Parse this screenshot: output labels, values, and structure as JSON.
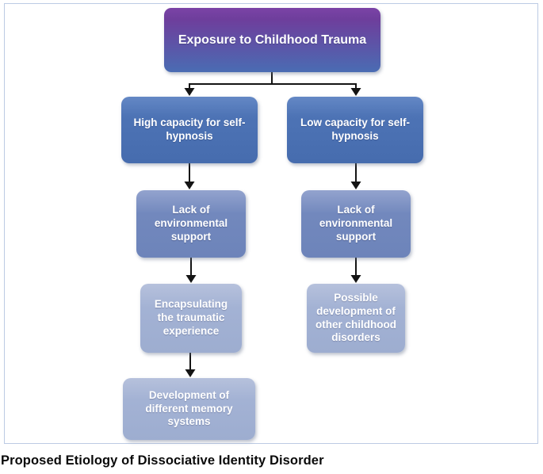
{
  "figure": {
    "caption": "Proposed Etiology of Dissociative Identity Disorder"
  },
  "nodes": {
    "root": {
      "label": "Exposure to Childhood Trauma"
    },
    "high_capacity": {
      "label": "High capacity for self-hypnosis"
    },
    "low_capacity": {
      "label": "Low capacity for self-hypnosis"
    },
    "lack_support_left": {
      "label": "Lack of environmental support"
    },
    "lack_support_right": {
      "label": "Lack of environmental support"
    },
    "encapsulating": {
      "label": "Encapsulating the traumatic experience"
    },
    "possible_disorders": {
      "label": "Possible development of other childhood disorders"
    },
    "memory_systems": {
      "label": "Development of different memory systems"
    }
  },
  "edges": [
    {
      "from": "root",
      "to": "high_capacity"
    },
    {
      "from": "root",
      "to": "low_capacity"
    },
    {
      "from": "high_capacity",
      "to": "lack_support_left"
    },
    {
      "from": "low_capacity",
      "to": "lack_support_right"
    },
    {
      "from": "lack_support_left",
      "to": "encapsulating"
    },
    {
      "from": "lack_support_right",
      "to": "possible_disorders"
    },
    {
      "from": "encapsulating",
      "to": "memory_systems"
    }
  ],
  "colors": {
    "root_gradient_top": "#7b43a6",
    "root_gradient_bottom": "#4a6cb3",
    "level2_fill": "#4d73b5",
    "level3_fill": "#7288bd",
    "level4_fill": "#a3b2d4",
    "frame_border": "#bccbe4",
    "connector": "#141414",
    "node_text": "#ffffff",
    "caption_text": "#0a0a0a"
  }
}
